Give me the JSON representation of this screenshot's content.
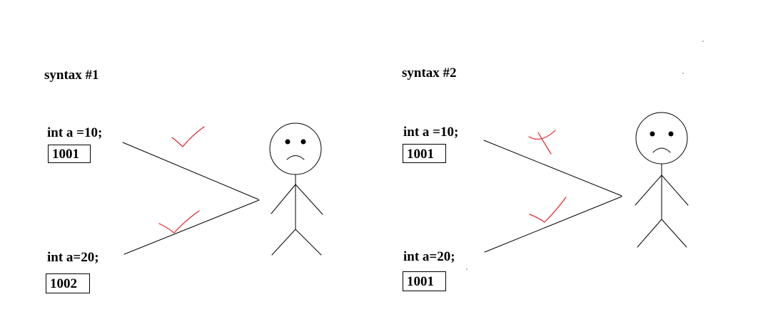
{
  "panels": [
    {
      "title": "syntax #1",
      "statement1": "int a =10;",
      "address1": "1001",
      "statement2": "int a=20;",
      "address2": "1002"
    },
    {
      "title": "syntax #2",
      "statement1": "int a =10;",
      "address1": "1001",
      "statement2": "int a=20;",
      "address2": "1001"
    }
  ],
  "colors": {
    "ink": "#000000",
    "mark": "#e0232a",
    "background": "#ffffff"
  }
}
